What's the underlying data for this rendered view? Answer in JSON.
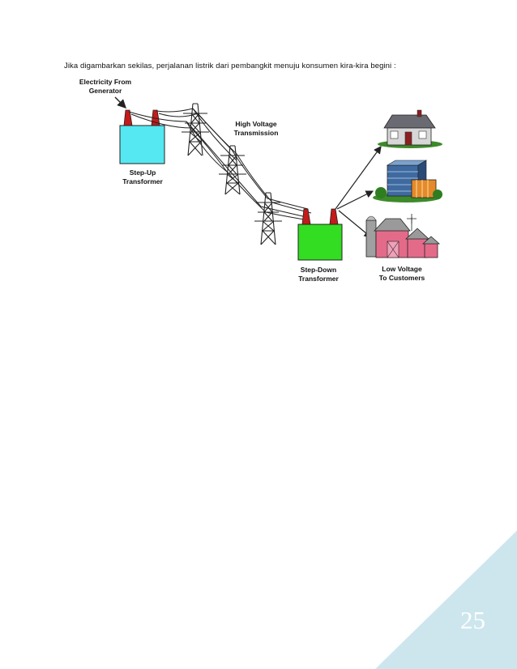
{
  "document": {
    "intro_text": "Jika digambarkan sekilas, perjalanan listrik dari pembangkit menuju konsumen kira-kira begini :",
    "page_number": "25"
  },
  "diagram": {
    "generator_label": [
      "Electricity From",
      "Generator"
    ],
    "step_up_label": [
      "Step-Up",
      "Transformer"
    ],
    "transmission_label": [
      "High Voltage",
      "Transmission"
    ],
    "step_down_label": [
      "Step-Down",
      "Transformer"
    ],
    "customers_label": [
      "Low Voltage",
      "To Customers"
    ],
    "colors": {
      "step_up_box": "#55e8f2",
      "step_down_box": "#33dd22",
      "bushing": "#c41a1a",
      "corner_triangle": "#cde6ee"
    }
  }
}
